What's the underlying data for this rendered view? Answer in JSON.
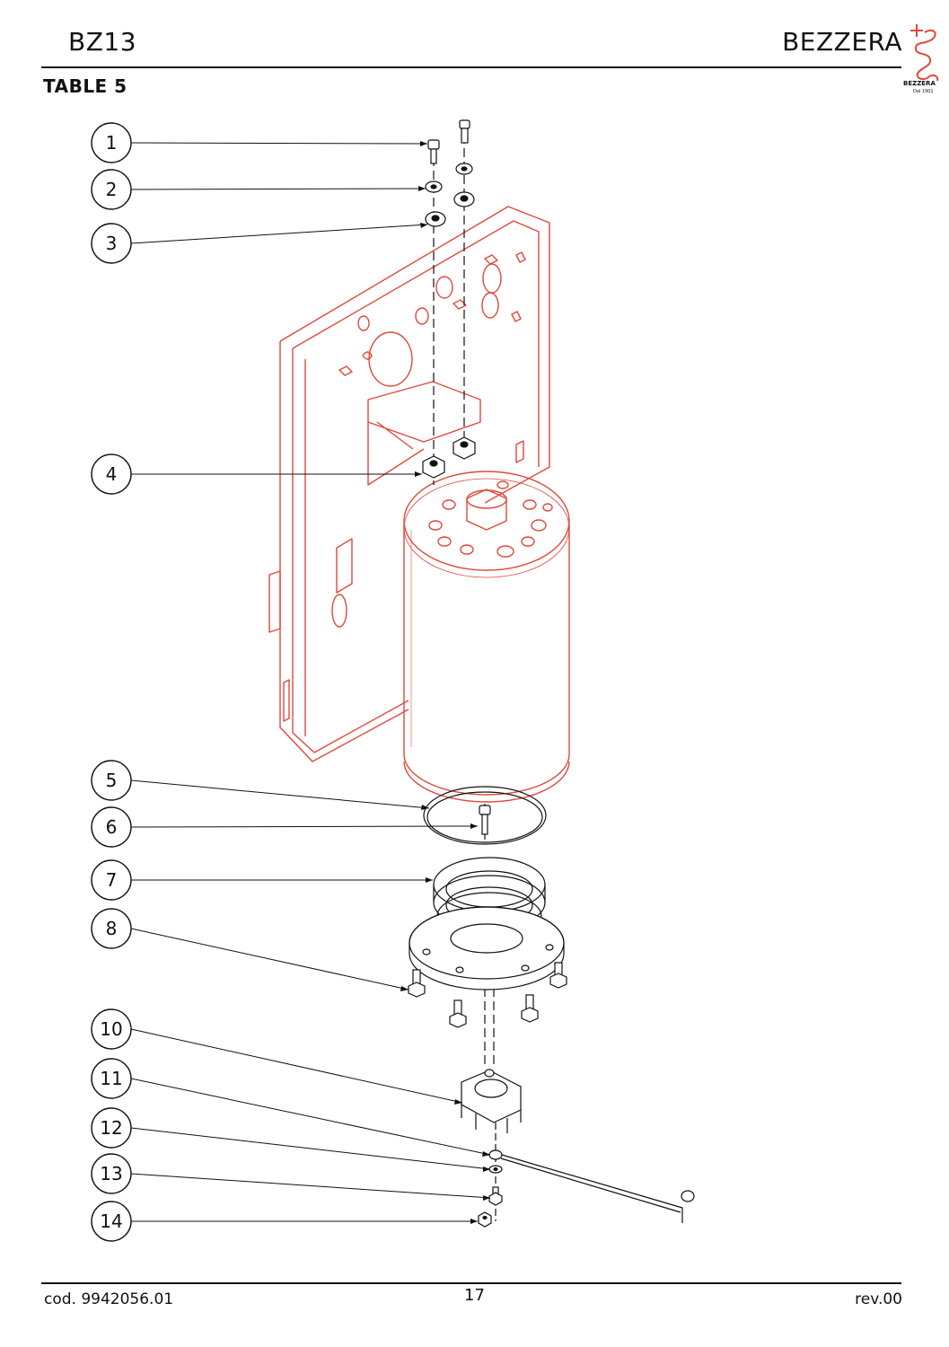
{
  "header": {
    "title": "BZ13",
    "brand": "BEZZERA",
    "table_label": "TABLE 5",
    "logo_text": "BEZZERA",
    "logo_subtext": "Dal 1901"
  },
  "footer": {
    "code": "cod. 9942056.01",
    "page": "17",
    "revision": "rev.00"
  },
  "colors": {
    "line": "#111111",
    "red_parts": "#e0483b"
  },
  "callouts": [
    "1",
    "2",
    "3",
    "4",
    "5",
    "6",
    "7",
    "8",
    "10",
    "11",
    "12",
    "13",
    "14"
  ]
}
